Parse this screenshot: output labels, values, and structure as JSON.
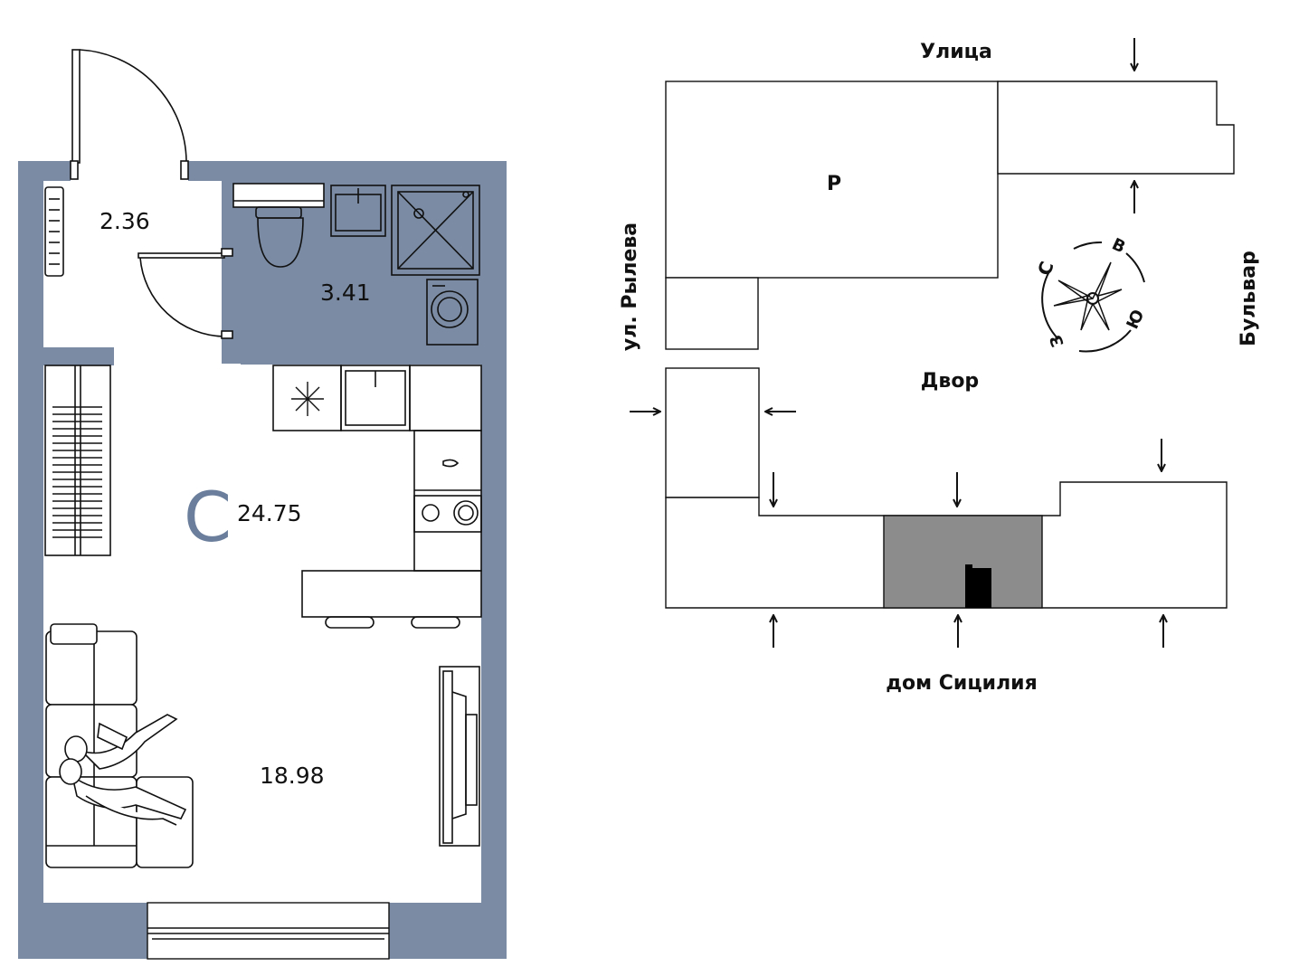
{
  "colors": {
    "wall": "#7a8ba3",
    "line": "#111111",
    "highlight_section": "#8c8c8c",
    "entrance_marker": "#000000",
    "zone_letter": "#6b7f9c"
  },
  "floorplan": {
    "zone_letter": "С",
    "total_area": "24.75",
    "rooms": {
      "hall": "2.36",
      "bathroom": "3.41",
      "living": "18.98"
    },
    "icons": [
      "door-swing-icon",
      "radiator-icon",
      "toilet-icon",
      "sink-icon",
      "shower-icon",
      "washing-machine-icon",
      "fridge-icon",
      "stove-icon",
      "bar-stool-icon",
      "sofa-icon",
      "people-icon",
      "tv-icon",
      "window-icon"
    ]
  },
  "siteplan": {
    "street_top": "Улица",
    "street_left": "ул. Рылева",
    "street_right": "Бульвар",
    "yard": "Двор",
    "building_bottom": "дом Сицилия",
    "parking": "Р",
    "compass": {
      "north": "С",
      "east": "В",
      "south": "Ю",
      "west": "З"
    }
  }
}
